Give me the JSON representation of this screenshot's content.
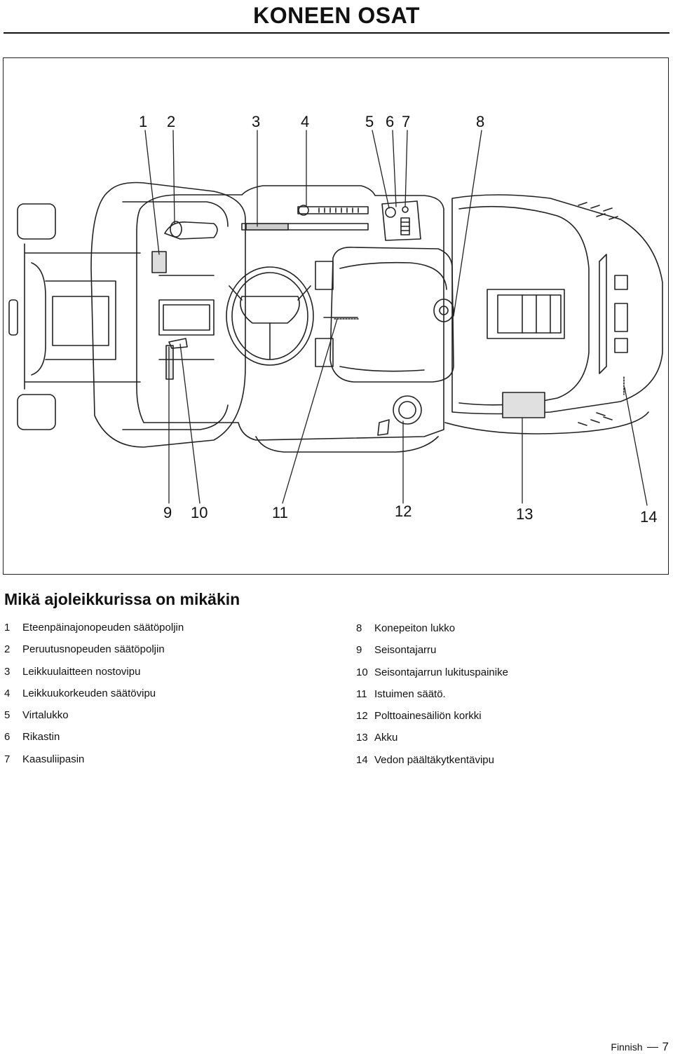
{
  "header": {
    "title": "KONEEN OSAT"
  },
  "figure": {
    "callouts_top": [
      "1",
      "2",
      "3",
      "4",
      "5",
      "6",
      "7",
      "8"
    ],
    "callouts_bottom": [
      "9",
      "10",
      "11",
      "12",
      "13",
      "14"
    ]
  },
  "section": {
    "heading": "Mikä ajoleikkurissa on mikäkin",
    "legend_left": [
      {
        "num": "1",
        "label": "Eteenpäinajonopeuden säätöpoljin"
      },
      {
        "num": "2",
        "label": "Peruutusnopeuden säätöpoljin"
      },
      {
        "num": "3",
        "label": "Leikkuulaitteen nostovipu"
      },
      {
        "num": "4",
        "label": "Leikkuukorkeuden säätövipu"
      },
      {
        "num": "5",
        "label": "Virtalukko"
      },
      {
        "num": "6",
        "label": "Rikastin"
      },
      {
        "num": "7",
        "label": "Kaasuliipasin"
      }
    ],
    "legend_right": [
      {
        "num": "8",
        "label": "Konepeiton lukko"
      },
      {
        "num": "9",
        "label": "Seisontajarru"
      },
      {
        "num": "10",
        "label": "Seisontajarrun lukituspainike"
      },
      {
        "num": "11",
        "label": "Istuimen säätö."
      },
      {
        "num": "12",
        "label": "Polttoainesäiliön korkki"
      },
      {
        "num": "13",
        "label": "Akku"
      },
      {
        "num": "14",
        "label": "Vedon päältäkytkentävipu"
      }
    ]
  },
  "footer": {
    "language": "Finnish",
    "page_number": "7"
  }
}
